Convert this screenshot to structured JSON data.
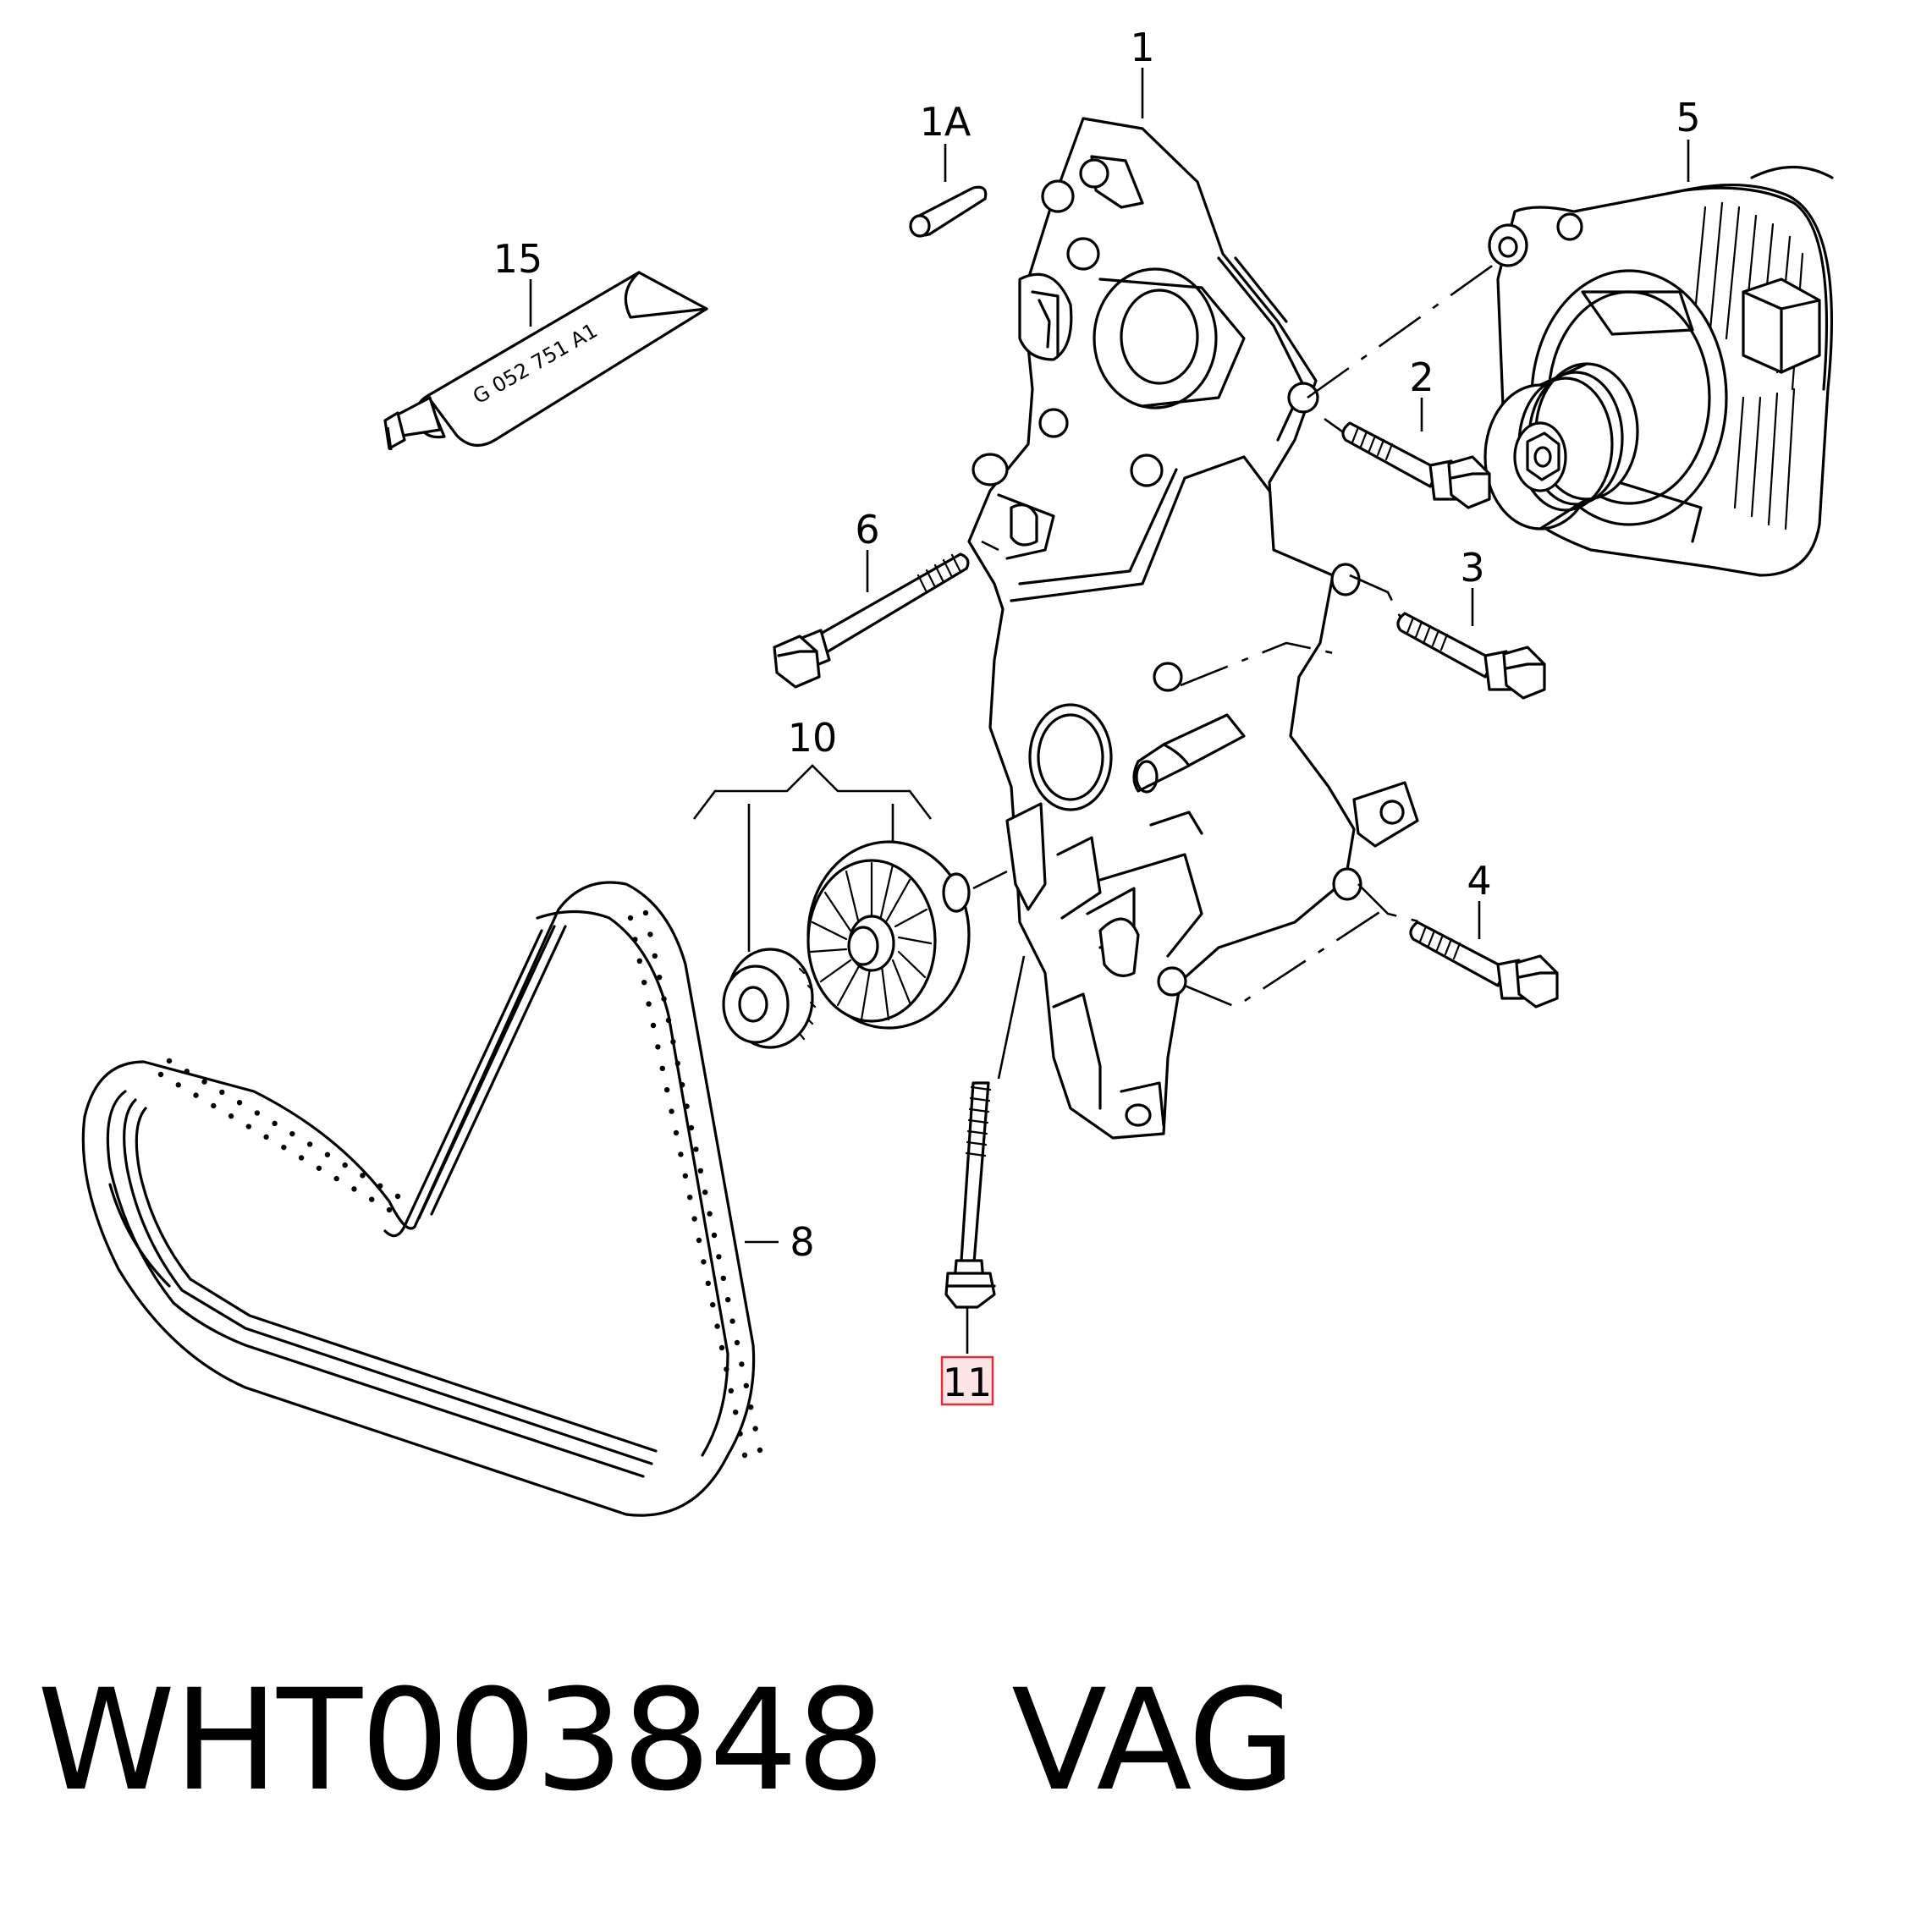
{
  "callouts": {
    "c1": "1",
    "c1a": "1A",
    "c2": "2",
    "c3": "3",
    "c4": "4",
    "c5": "5",
    "c6": "6",
    "c8": "8",
    "c10": "10",
    "c11": "11",
    "c15": "15"
  },
  "tube_text": "G  052  751  A1",
  "highlighted_part": "11",
  "footer": {
    "part_number": "WHT003848",
    "brand": "VAG"
  },
  "colors": {
    "line": "#000000",
    "highlight_fill": "#fde4e6",
    "highlight_border": "#d9323d",
    "background": "#ffffff"
  }
}
